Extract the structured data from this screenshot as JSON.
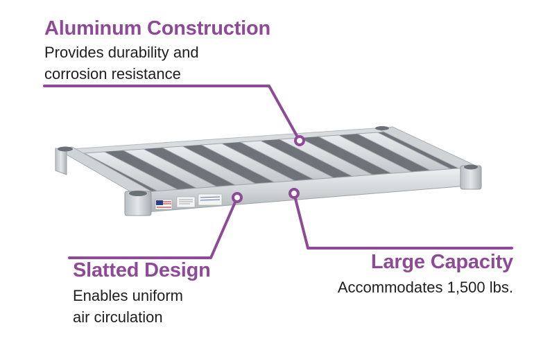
{
  "brand": {
    "accent_color": "#8e4a96"
  },
  "features": {
    "aluminum": {
      "title": "Aluminum Construction",
      "description": "Provides durability and\ncorrosion resistance"
    },
    "slatted": {
      "title": "Slatted Design",
      "description": "Enables uniform\nair circulation"
    },
    "capacity": {
      "title": "Large Capacity",
      "description": "Accommodates 1,500 lbs."
    }
  },
  "product": {
    "name": "aluminum slatted shelf",
    "slat_count": 8,
    "image_subject": "aluminum-shelf-illustration"
  }
}
